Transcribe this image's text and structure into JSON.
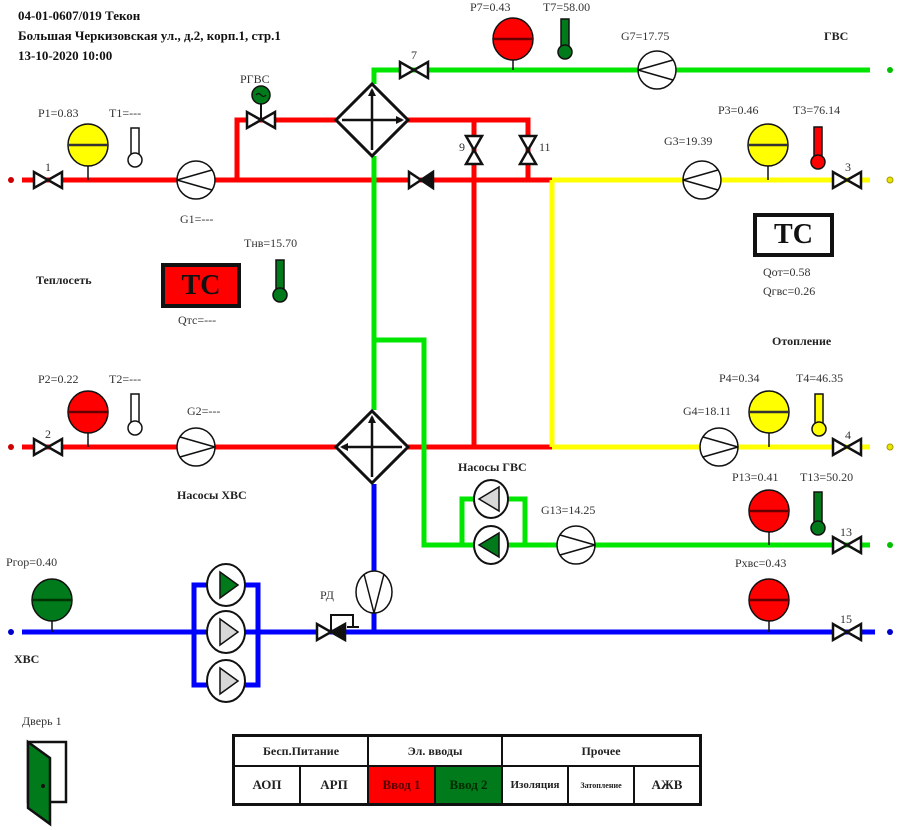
{
  "header": {
    "line1": "04-01-0607/019 Текон",
    "line2": "Большая Черкизовская ул., д.2, корп.1, стр.1",
    "line3": "13-10-2020 10:00"
  },
  "colors": {
    "supply": "#ff0000",
    "return": "#ffff00",
    "hot_water": "#00e600",
    "cold_water": "#0000ff",
    "ok_green": "#007a1a",
    "alarm_red": "#ff0000"
  },
  "labels": {
    "teploset": "Теплосеть",
    "gvs": "ГВС",
    "otoplenie": "Отопление",
    "nasosy_hvs": "Насосы ХВС",
    "nasosy_gvs": "Насосы ГВС",
    "hvs": "ХВС",
    "rgvs": "РГВС",
    "rd": "РД",
    "door": "Дверь 1"
  },
  "sensors": {
    "p1": "P1=0.83",
    "t1": "T1=---",
    "g1": "G1=---",
    "p2": "P2=0.22",
    "t2": "T2=---",
    "g2": "G2=---",
    "p3": "P3=0.46",
    "t3": "T3=76.14",
    "g3": "G3=19.39",
    "p4": "P4=0.34",
    "t4": "T4=46.35",
    "g4": "G4=18.11",
    "p7": "P7=0.43",
    "t7": "T7=58.00",
    "g7": "G7=17.75",
    "p13": "P13=0.41",
    "t13": "T13=50.20",
    "g13": "G13=14.25",
    "pgor": "Pгор=0.40",
    "phvs": "Pхвс=0.43",
    "tnv": "Tнв=15.70"
  },
  "valves": {
    "v1": "1",
    "v2": "2",
    "v3": "3",
    "v4": "4",
    "v7": "7",
    "v9": "9",
    "v11": "11",
    "v13": "13",
    "v15": "15"
  },
  "heat_meters": {
    "left": {
      "label": "ТС",
      "q": "Qтс=---",
      "state": "alarm"
    },
    "right": {
      "label": "ТС",
      "q_ot": "Qот=0.58",
      "q_gvs": "Qгвс=0.26",
      "state": "normal"
    }
  },
  "status_panel": {
    "groups": [
      {
        "title": "Бесп.Питание"
      },
      {
        "title": "Эл. вводы"
      },
      {
        "title": "Прочее"
      }
    ],
    "items": [
      {
        "label": "АОП",
        "state": "normal"
      },
      {
        "label": "АРП",
        "state": "normal"
      },
      {
        "label": "Ввод 1",
        "state": "alarm"
      },
      {
        "label": "Ввод 2",
        "state": "ok"
      },
      {
        "label": "Изоляция",
        "state": "normal"
      },
      {
        "label": "Затопление",
        "state": "normal"
      },
      {
        "label": "АЖВ",
        "state": "normal"
      }
    ]
  }
}
